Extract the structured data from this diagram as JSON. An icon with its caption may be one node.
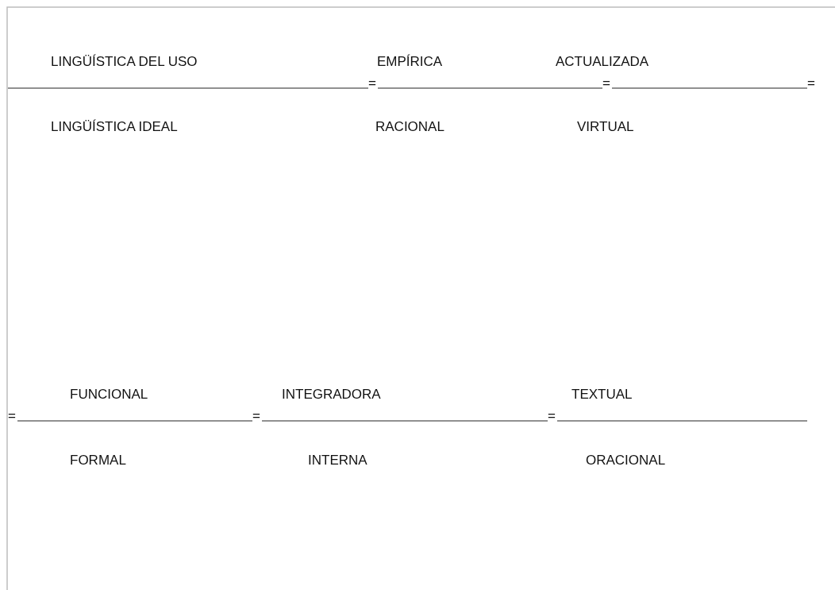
{
  "diagram": {
    "labels": [
      "LINGÜÍSTICA DEL USO",
      "EMPÍRICA",
      "ACTUALIZADA",
      "=",
      "=",
      "=",
      "LINGÜÍSTICA IDEAL",
      "RACIONAL",
      "VIRTUAL",
      "FUNCIONAL",
      "INTEGRADORA",
      "TEXTUAL",
      "=",
      "=",
      "=",
      "FORMAL",
      "INTERNA",
      "ORACIONAL"
    ]
  }
}
